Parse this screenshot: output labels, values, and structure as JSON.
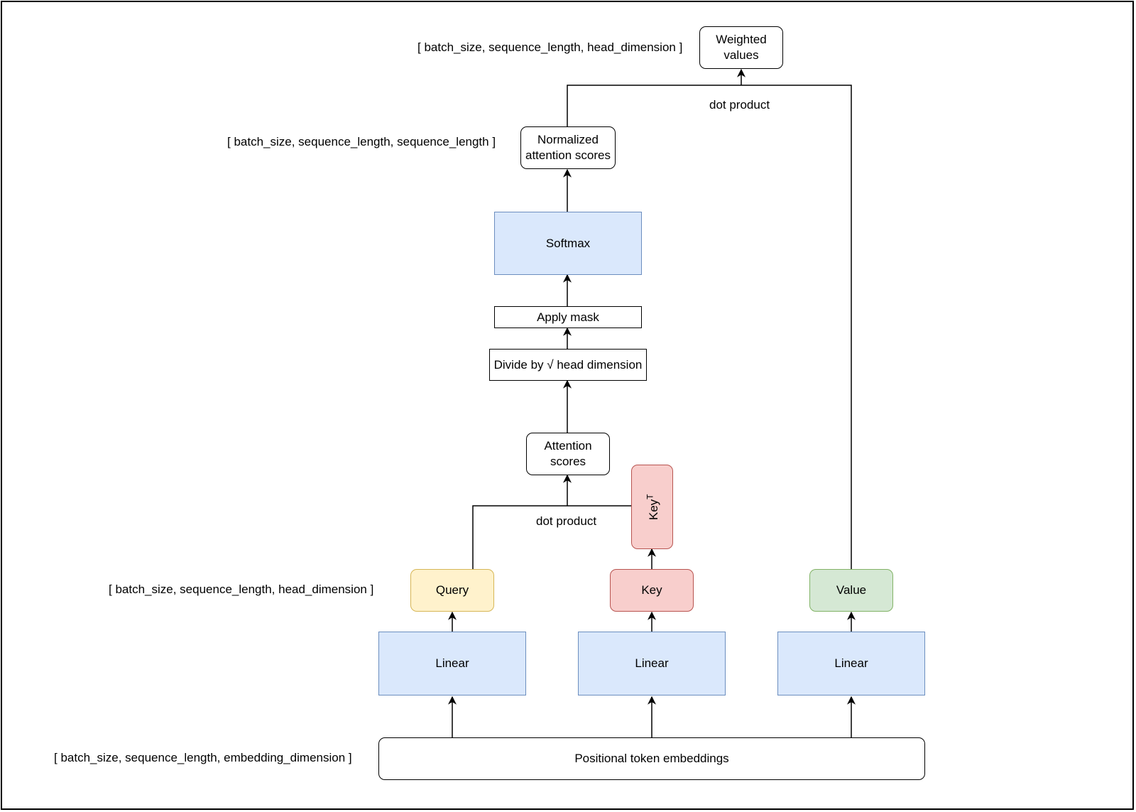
{
  "nodes": {
    "weighted_values": "Weighted values",
    "normalized_scores": "Normalized attention scores",
    "softmax": "Softmax",
    "apply_mask": "Apply mask",
    "divide": "Divide by √ head dimension",
    "attention_scores": "Attention scores",
    "key_t": "Key",
    "key_t_sup": "T",
    "query": "Query",
    "key": "Key",
    "value": "Value",
    "linear_q": "Linear",
    "linear_k": "Linear",
    "linear_v": "Linear",
    "embeddings": "Positional token embeddings"
  },
  "edge_labels": {
    "dot_product_top": "dot product",
    "dot_product_bottom": "dot product"
  },
  "shape_labels": {
    "weighted": "[ batch_size, sequence_length, head_dimension ]",
    "normalized": "[ batch_size, sequence_length, sequence_length ]",
    "qkv": "[ batch_size, sequence_length, head_dimension ]",
    "embeddings": "[ batch_size, sequence_length, embedding_dimension ]"
  },
  "colors": {
    "blue_fill": "#dae8fc",
    "blue_stroke": "#6c8ebf",
    "yellow_fill": "#fff2cc",
    "red_fill": "#f8cecc",
    "green_fill": "#d5e8d4"
  }
}
